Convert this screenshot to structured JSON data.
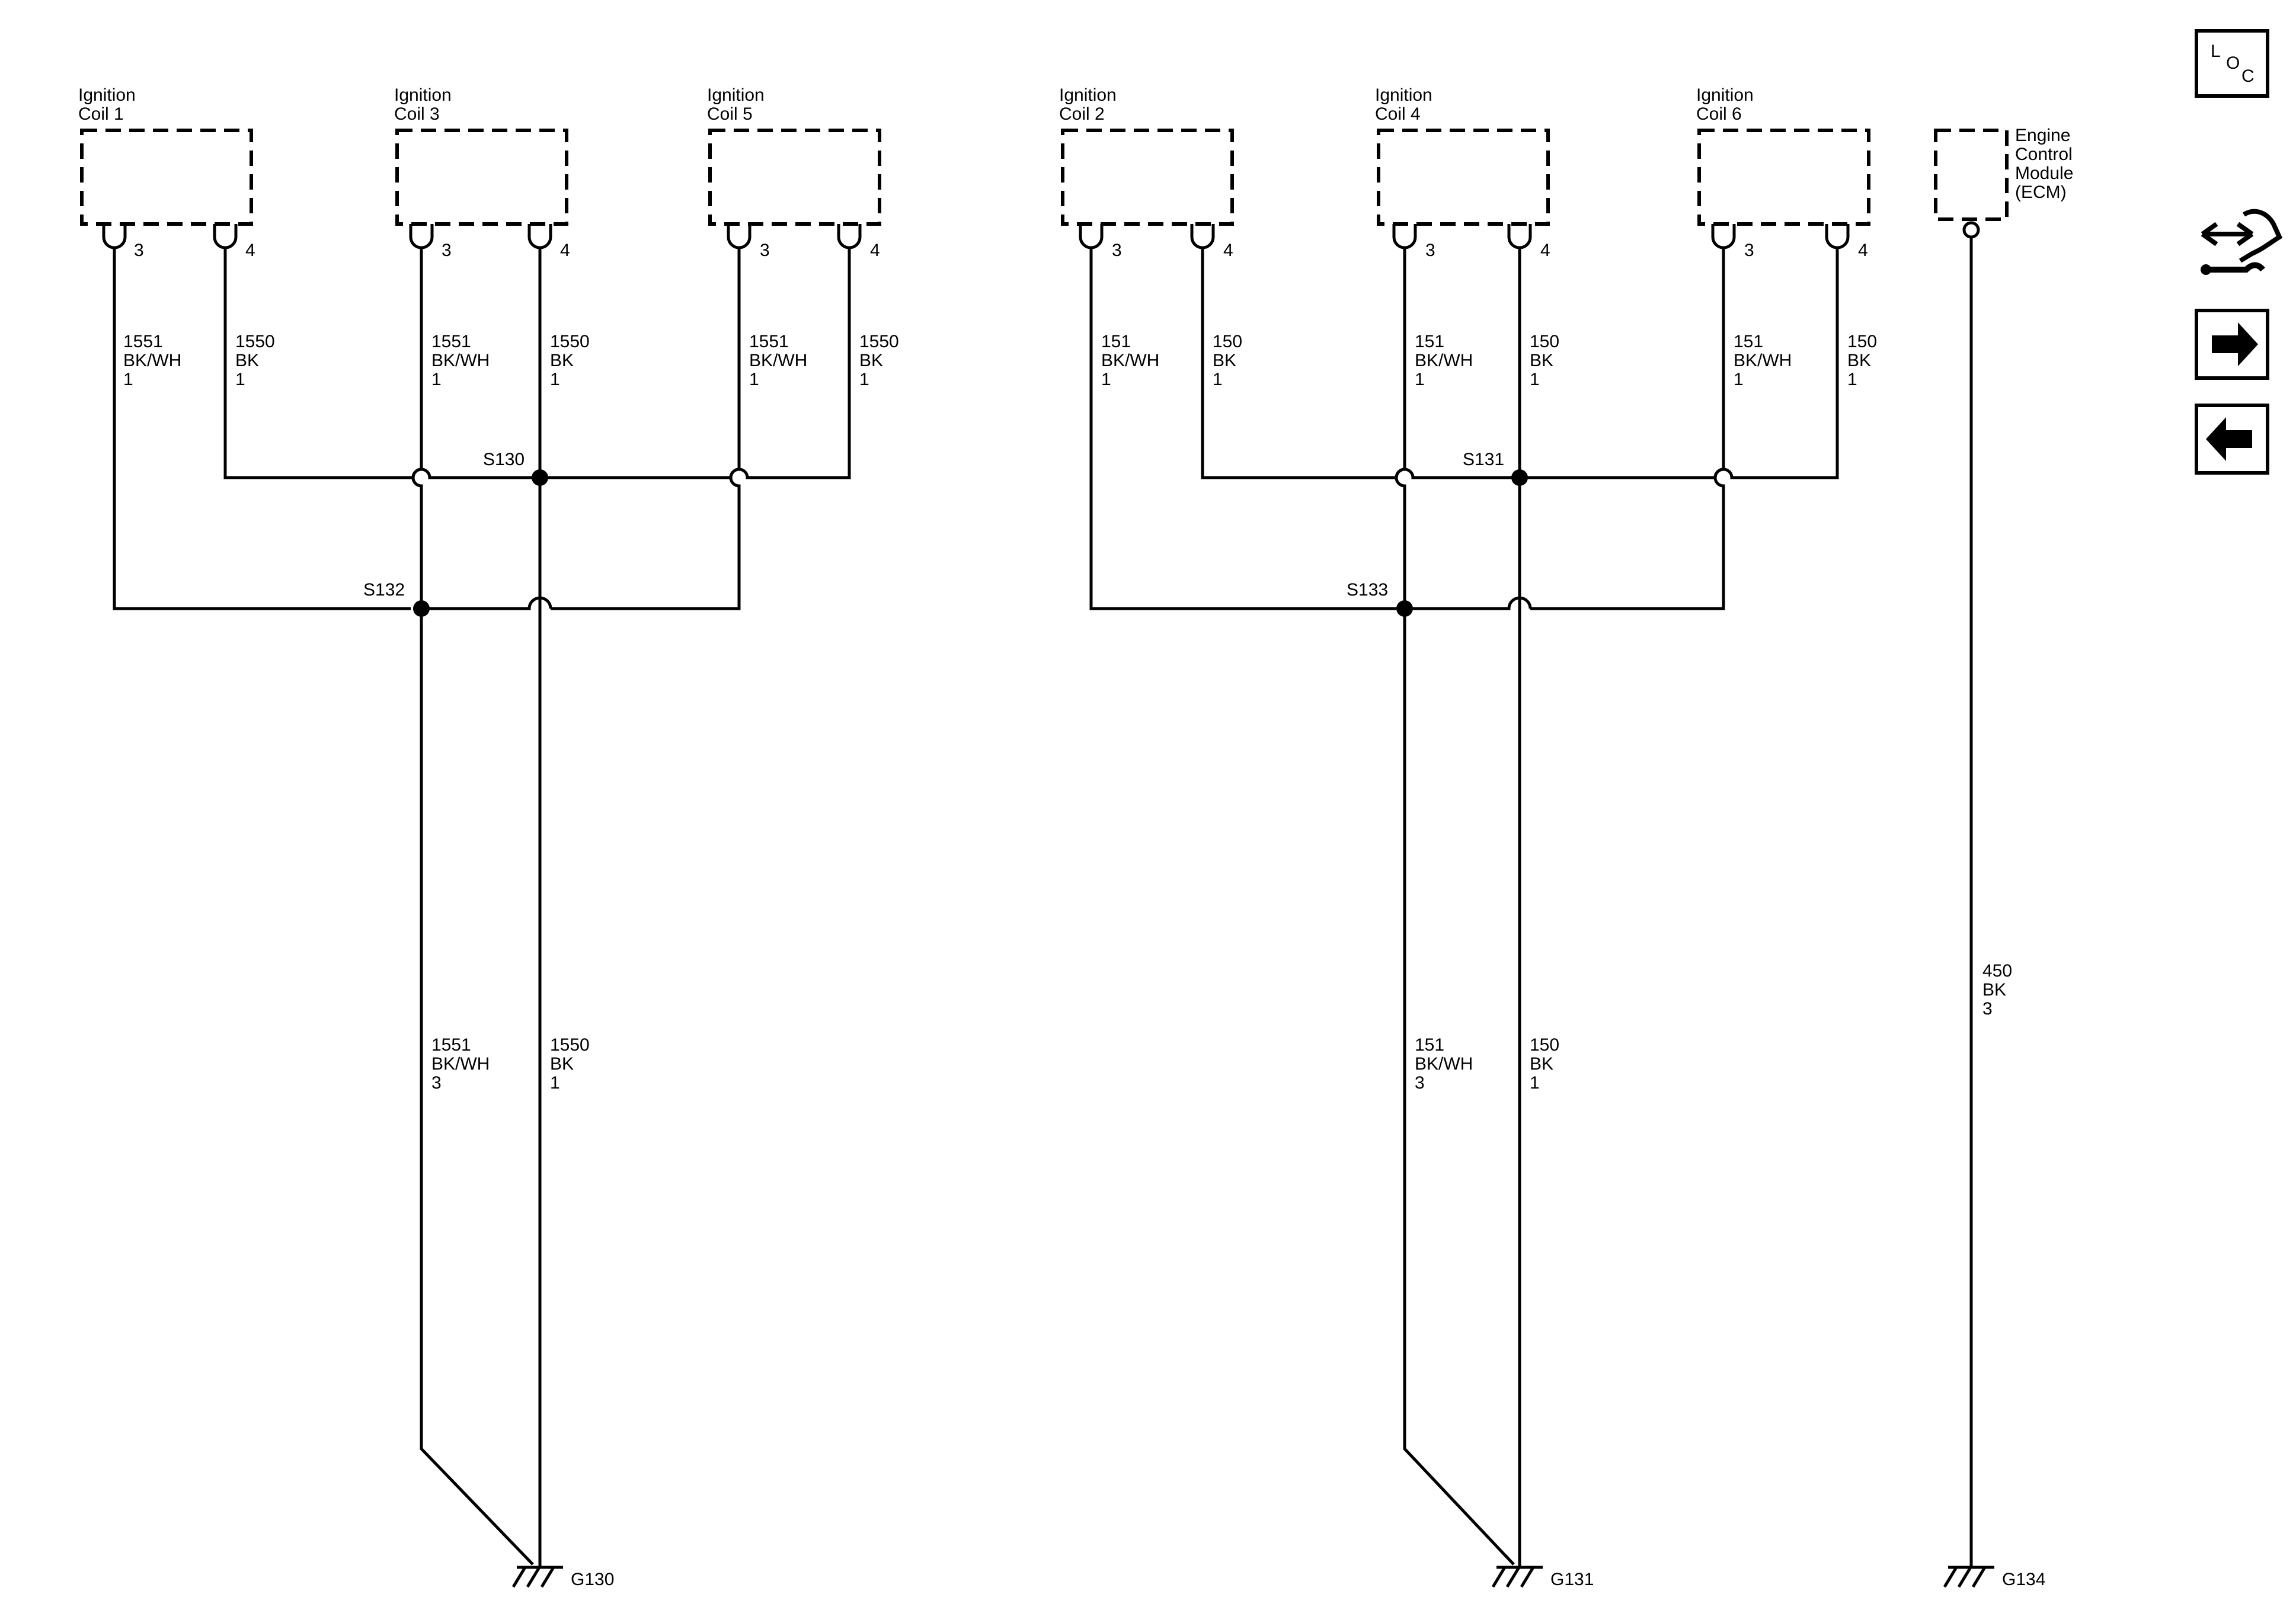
{
  "components": {
    "coil1": {
      "line1": "Ignition",
      "line2": "Coil 1",
      "pin_a": "3",
      "pin_b": "4"
    },
    "coil3": {
      "line1": "Ignition",
      "line2": "Coil 3",
      "pin_a": "3",
      "pin_b": "4"
    },
    "coil5": {
      "line1": "Ignition",
      "line2": "Coil 5",
      "pin_a": "3",
      "pin_b": "4"
    },
    "coil2": {
      "line1": "Ignition",
      "line2": "Coil 2",
      "pin_a": "3",
      "pin_b": "4"
    },
    "coil4": {
      "line1": "Ignition",
      "line2": "Coil 4",
      "pin_a": "3",
      "pin_b": "4"
    },
    "coil6": {
      "line1": "Ignition",
      "line2": "Coil 6",
      "pin_a": "3",
      "pin_b": "4"
    },
    "ecm": {
      "line1": "Engine",
      "line2": "Control",
      "line3": "Module",
      "line4": "(ECM)"
    }
  },
  "wires": {
    "c1_pin3": {
      "circuit": "1551",
      "color": "BK/WH",
      "size": "1"
    },
    "c1_pin4": {
      "circuit": "1550",
      "color": "BK",
      "size": "1"
    },
    "c3_pin3": {
      "circuit": "1551",
      "color": "BK/WH",
      "size": "1"
    },
    "c3_pin4": {
      "circuit": "1550",
      "color": "BK",
      "size": "1"
    },
    "c5_pin3": {
      "circuit": "1551",
      "color": "BK/WH",
      "size": "1"
    },
    "c5_pin4": {
      "circuit": "1550",
      "color": "BK",
      "size": "1"
    },
    "c2_pin3": {
      "circuit": "151",
      "color": "BK/WH",
      "size": "1"
    },
    "c2_pin4": {
      "circuit": "150",
      "color": "BK",
      "size": "1"
    },
    "c4_pin3": {
      "circuit": "151",
      "color": "BK/WH",
      "size": "1"
    },
    "c4_pin4": {
      "circuit": "150",
      "color": "BK",
      "size": "1"
    },
    "c6_pin3": {
      "circuit": "151",
      "color": "BK/WH",
      "size": "1"
    },
    "c6_pin4": {
      "circuit": "150",
      "color": "BK",
      "size": "1"
    },
    "g130_a": {
      "circuit": "1551",
      "color": "BK/WH",
      "size": "3"
    },
    "g130_b": {
      "circuit": "1550",
      "color": "BK",
      "size": "1"
    },
    "g131_a": {
      "circuit": "151",
      "color": "BK/WH",
      "size": "3"
    },
    "g131_b": {
      "circuit": "150",
      "color": "BK",
      "size": "1"
    },
    "ecm_gnd": {
      "circuit": "450",
      "color": "BK",
      "size": "3"
    }
  },
  "splices": {
    "s130": "S130",
    "s131": "S131",
    "s132": "S132",
    "s133": "S133"
  },
  "grounds": {
    "g130": "G130",
    "g131": "G131",
    "g134": "G134"
  },
  "nav": {
    "loc_l": "L",
    "loc_o": "O",
    "loc_c": "C"
  }
}
